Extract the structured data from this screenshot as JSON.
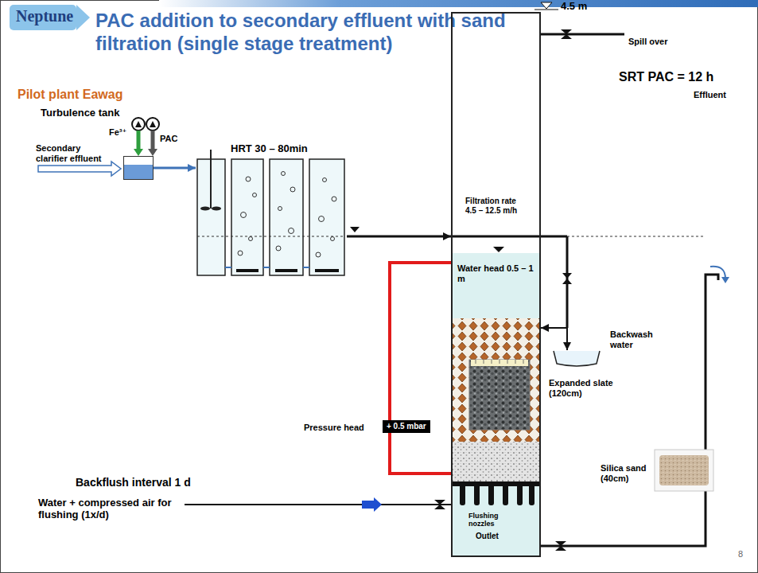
{
  "diagram": {
    "title": "PAC addition to secondary effluent with sand filtration (single stage treatment)",
    "nodes": [
      {
        "text": [
          "Turbulence tank"
        ]
      },
      {
        "text": [
          "HRT 30 – 80min"
        ]
      },
      {
        "text": [
          "Filtration rate 4.5 – 12.5 m/h",
          "Water head 0.5 – 1 m",
          "Flushing nozzles"
        ]
      },
      {
        "text": [
          "Backwash water"
        ]
      },
      {
        "text": [
          "+ 0.5 mbar"
        ]
      }
    ],
    "edges": [
      {
        "from": 0,
        "to": 1,
        "arrow": "to"
      },
      {
        "from": 1,
        "to": 2,
        "arrow": "to"
      },
      {
        "from": 2,
        "to": 3,
        "arrow": "both"
      }
    ],
    "labels": [
      "Neptune",
      "Pilot plant Eawag",
      "Fe³⁺",
      "PAC",
      "Secondary clarifier effluent",
      "4.5 m",
      "Spill over",
      "SRT PAC = 12 h",
      "Effluent",
      "Expanded slate (120cm)",
      "Silica sand (40cm)",
      "Pressure head",
      "Backflush interval 1 d",
      "Water + compressed air for flushing (1x/d)",
      "Outlet",
      "8"
    ]
  }
}
